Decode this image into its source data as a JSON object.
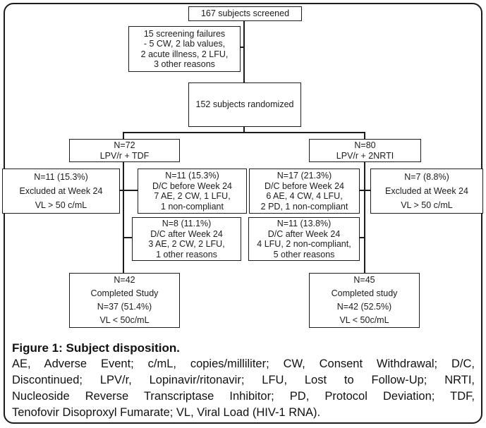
{
  "figure": {
    "caption_title": "Figure 1: Subject disposition.",
    "caption_lines": [
      "AE, Adverse Event; c/mL, copies/milliliter; CW, Consent Withdrawal; D/C,",
      "Discontinued; LPV/r, Lopinavir/ritonavir; LFU, Lost to Follow-Up; NRTI,",
      "Nucleoside Reverse Transcriptase Inhibitor; PD, Protocol Deviation; TDF,",
      "Tenofovir Disoproxyl Fumarate; VL, Viral Load (HIV-1 RNA)."
    ]
  },
  "flowchart": {
    "screened": {
      "lines": [
        "167 subjects screened"
      ]
    },
    "screening_failures": {
      "lines": [
        "15 screening failures",
        "- 5 CW, 2 lab values,",
        "2 acute illness, 2 LFU,",
        "3 other reasons"
      ]
    },
    "randomized": {
      "lines": [
        "152 subjects randomized"
      ]
    },
    "arm_tdf": {
      "lines": [
        "N=72",
        "LPV/r + TDF"
      ]
    },
    "arm_nrti": {
      "lines": [
        "N=80",
        "LPV/r + 2NRTI"
      ]
    },
    "excluded_tdf": {
      "lines": [
        "N=11 (15.3%)",
        "Excluded at Week 24",
        "VL > 50 c/mL"
      ]
    },
    "dc_before_tdf": {
      "lines": [
        "N=11 (15.3%)",
        "D/C before Week 24",
        "7 AE, 2 CW, 1 LFU,",
        "1 non-compliant"
      ]
    },
    "dc_before_nrti": {
      "lines": [
        "N=17 (21.3%)",
        "D/C before Week 24",
        "6 AE, 4 CW, 4 LFU,",
        "2 PD, 1 non-compliant"
      ]
    },
    "excluded_nrti": {
      "lines": [
        "N=7 (8.8%)",
        "Excluded at Week 24",
        "VL > 50 c/mL"
      ]
    },
    "dc_after_tdf": {
      "lines": [
        "N=8 (11.1%)",
        "D/C after Week 24",
        "3 AE, 2 CW, 2 LFU,",
        "1 other reasons"
      ]
    },
    "dc_after_nrti": {
      "lines": [
        "N=11 (13.8%)",
        "D/C after Week 24",
        "4 LFU, 2 non-compliant,",
        "5 other reasons"
      ]
    },
    "completed_tdf": {
      "lines": [
        "N=42",
        "Completed Study",
        "N=37 (51.4%)",
        "VL < 50c/mL"
      ]
    },
    "completed_nrti": {
      "lines": [
        "N=45",
        "Completed study",
        "N=42 (52.5%)",
        "VL < 50c/mL"
      ]
    }
  },
  "colors": {
    "line": "#1c1c1c",
    "background": "#ffffff"
  }
}
